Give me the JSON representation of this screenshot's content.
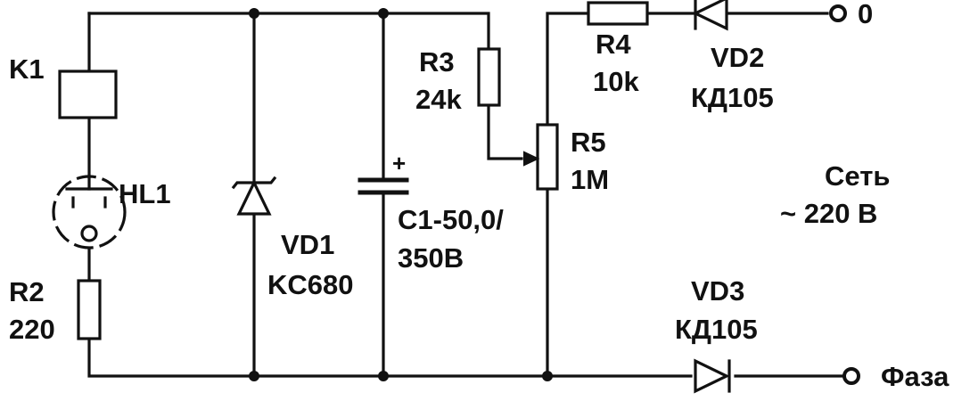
{
  "components": {
    "k1": {
      "label": "K1"
    },
    "hl1": {
      "label": "HL1"
    },
    "r2": {
      "label": "R2",
      "value": "220"
    },
    "vd1": {
      "label": "VD1",
      "value": "KC680"
    },
    "c1": {
      "label": "C1-50,0/",
      "value": "350B",
      "polarity": "+"
    },
    "r3": {
      "label": "R3",
      "value": "24k"
    },
    "r5": {
      "label": "R5",
      "value": "1M"
    },
    "r4": {
      "label": "R4",
      "value": "10k"
    },
    "vd2": {
      "label": "VD2",
      "value": "КД105"
    },
    "vd3": {
      "label": "VD3",
      "value": "КД105"
    }
  },
  "terminals": {
    "zero": "0",
    "phase": "Фаза"
  },
  "mains": {
    "line1": "Сеть",
    "line2": "~ 220 В"
  },
  "colors": {
    "ink": "#111111",
    "paper": "#ffffff"
  }
}
